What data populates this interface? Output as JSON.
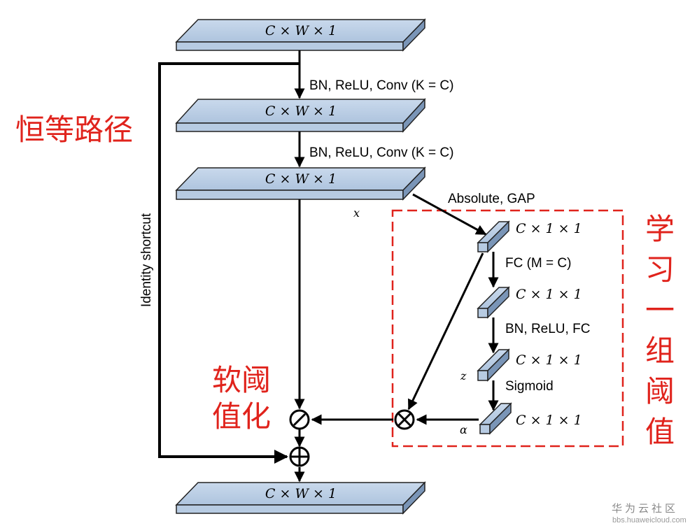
{
  "diagram": {
    "slabs": [
      {
        "id": "input",
        "label": "C × W × 1"
      },
      {
        "id": "after-conv1",
        "label": "C × W × 1"
      },
      {
        "id": "after-conv2",
        "label": "C × W × 1"
      },
      {
        "id": "output",
        "label": "C × W × 1"
      }
    ],
    "vectors": [
      {
        "id": "gap",
        "label": "C × 1 × 1"
      },
      {
        "id": "fc1",
        "label": "C × 1 × 1"
      },
      {
        "id": "fc2",
        "label": "C × 1 × 1"
      },
      {
        "id": "alpha",
        "label": "C × 1 × 1"
      }
    ],
    "ops": {
      "conv1": "BN, ReLU, Conv (K = C)",
      "conv2": "BN, ReLU, Conv (K = C)",
      "abs_gap": "Absolute, GAP",
      "fc": "FC (M = C)",
      "bn_relu_fc": "BN, ReLU, FC",
      "sigmoid": "Sigmoid"
    },
    "variables": {
      "x": "x",
      "z": "z",
      "alpha": "α"
    },
    "shortcut_label": "Identity shortcut",
    "annotations": {
      "identity_path": "恒等路径",
      "soft_threshold": [
        "软阈",
        "值化"
      ],
      "learn_thresholds": [
        "学",
        "习",
        "一",
        "组",
        "阈",
        "值"
      ]
    },
    "symbols": {
      "soft_threshold": "⊘",
      "multiply": "⊗",
      "add": "⊕"
    }
  },
  "watermark": {
    "brand": "华为云社区",
    "url": "bbs.huaweicloud.com"
  },
  "colors": {
    "slab_fill": "#b7cbe2",
    "slab_dark": "#7a95b7",
    "annotation_red": "#e0231c",
    "dashed_box": "#e0231c"
  }
}
